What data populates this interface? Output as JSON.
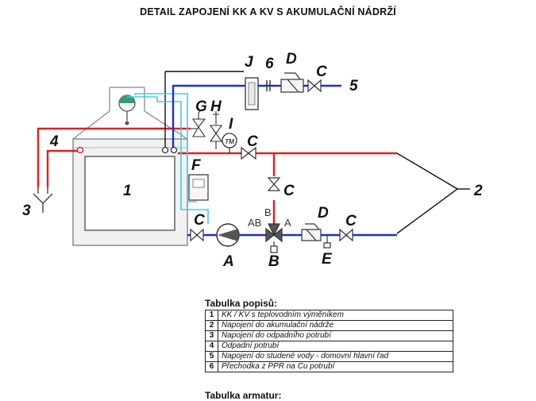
{
  "title": "DETAIL ZAPOJENÍ KK A KV S AKUMULAČNÍ NÁDRŽÍ",
  "labels": {
    "l1": "1",
    "l2": "2",
    "l3": "3",
    "l4": "4",
    "l5": "5",
    "l6": "6",
    "A": "A",
    "B": "B",
    "C": "C",
    "D": "D",
    "E": "E",
    "F": "F",
    "G": "G",
    "H": "H",
    "I": "I",
    "J": "J",
    "valve_AB": "AB",
    "valve_B": "B",
    "valve_A": "A",
    "tm": "TM"
  },
  "legend": {
    "title": "Tabulka popisů:",
    "rows": [
      {
        "num": "1",
        "text": "KK / KV s teplovodním výměníkem"
      },
      {
        "num": "2",
        "text": "Napojení do akumulační nádrže"
      },
      {
        "num": "3",
        "text": "Napojení do odpadního potrubí"
      },
      {
        "num": "4",
        "text": "Odpadní potrubí"
      },
      {
        "num": "5",
        "text": "Napojení do studené vody - domovní hlavní řad"
      },
      {
        "num": "6",
        "text": "Přechodka z PPR na Cu potrubí"
      }
    ]
  },
  "legend2": {
    "title": "Tabulka armatur:"
  },
  "colors": {
    "hot": "#e02020",
    "cold": "#1a2fd6",
    "service": "#3fd0e0",
    "wire": "#111111"
  }
}
